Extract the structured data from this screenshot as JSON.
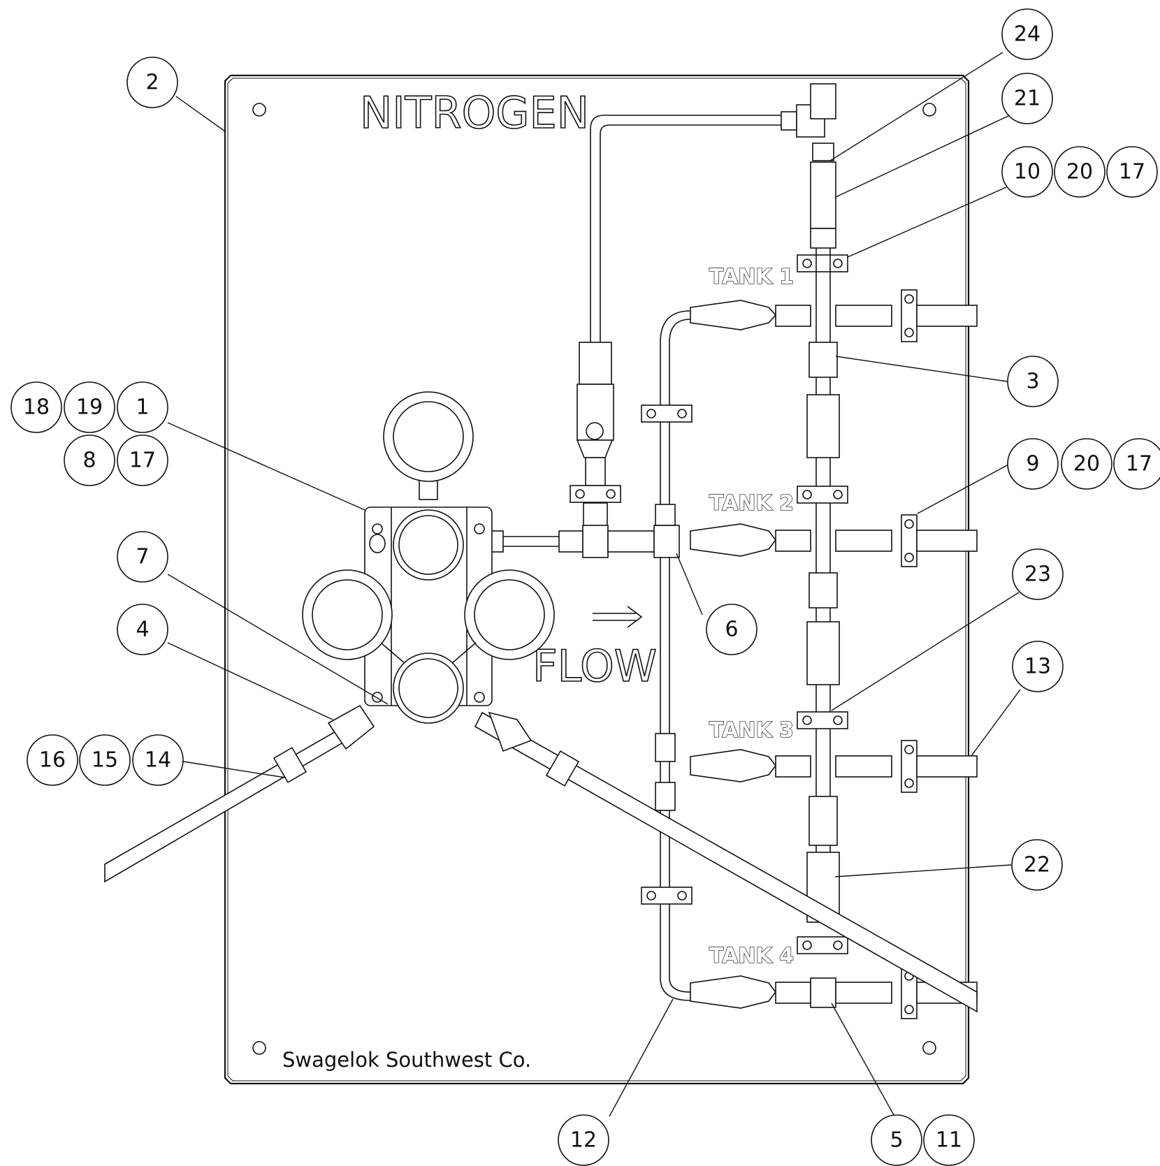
{
  "panel": {
    "title": "NITROGEN",
    "company": "Swagelok Southwest Co.",
    "flow_label": "FLOW",
    "tanks": [
      "TANK 1",
      "TANK 2",
      "TANK 3",
      "TANK 4"
    ]
  },
  "balloons": [
    "2",
    "24",
    "21",
    "10",
    "20",
    "17",
    "3",
    "18",
    "19",
    "1",
    "8",
    "17",
    "9",
    "20",
    "17",
    "7",
    "6",
    "23",
    "4",
    "13",
    "16",
    "15",
    "14",
    "22",
    "12",
    "5",
    "11"
  ]
}
